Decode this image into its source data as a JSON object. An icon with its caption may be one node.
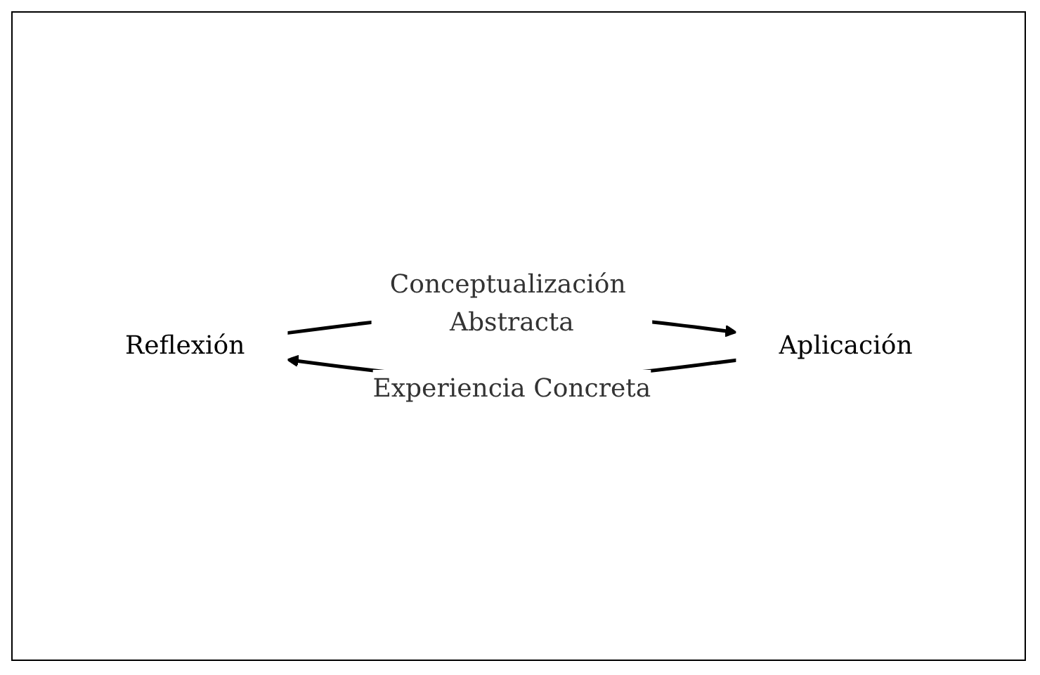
{
  "diagram": {
    "nodes": [
      {
        "text": [
          "Reflexión"
        ]
      },
      {
        "text": [
          "Aplicación"
        ]
      }
    ],
    "edges": [
      {
        "from": 1,
        "to": 0,
        "arrow": "to",
        "label": "Experiencia Concreta"
      },
      {
        "from": 0,
        "to": 1,
        "arrow": "to",
        "label": "Conceptualización Abstracta"
      }
    ]
  }
}
